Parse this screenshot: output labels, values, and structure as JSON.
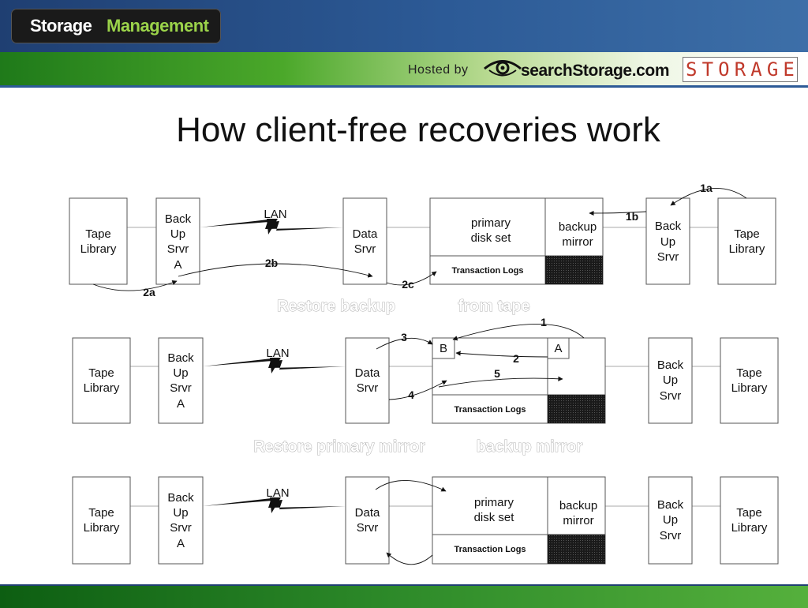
{
  "header": {
    "logo_word1": "Storage",
    "logo_word2": "Management",
    "hosted_by": "Hosted by",
    "site_name": "searchStorage.com",
    "brand_letters": [
      "S",
      "T",
      "O",
      "R",
      "A",
      "G",
      "E"
    ]
  },
  "title": "How client-free recoveries work",
  "labels": {
    "tape_library": [
      "Tape",
      "Library"
    ],
    "backup_server_a": [
      "Back",
      "Up",
      "Srvr",
      "A"
    ],
    "backup_server": [
      "Back",
      "Up",
      "Srvr"
    ],
    "data_server": [
      "Data",
      "Srvr"
    ],
    "primary_disk_set": [
      "primary",
      "disk set"
    ],
    "backup_mirror": [
      "backup",
      "mirror"
    ],
    "transaction_logs": "Transaction Logs",
    "lan": "LAN",
    "mirror_b": "B",
    "mirror_a": "A"
  },
  "steps": {
    "s1a": "1a",
    "s1b": "1b",
    "s2a": "2a",
    "s2b": "2b",
    "s2c": "2c",
    "s1": "1",
    "s2": "2",
    "s3": "3",
    "s4": "4",
    "s5": "5"
  },
  "captions": {
    "row1_left": "Restore backup",
    "row1_right": "from tape",
    "row2_left": "Restore primary mirror",
    "row2_right": "backup mirror"
  },
  "colors": {
    "header_blue": "#2c5a96",
    "header_green": "#4ba82a",
    "footer_green": "#2e8b2a",
    "brand_red": "#c0392b",
    "caption_text": "#ffffff"
  }
}
